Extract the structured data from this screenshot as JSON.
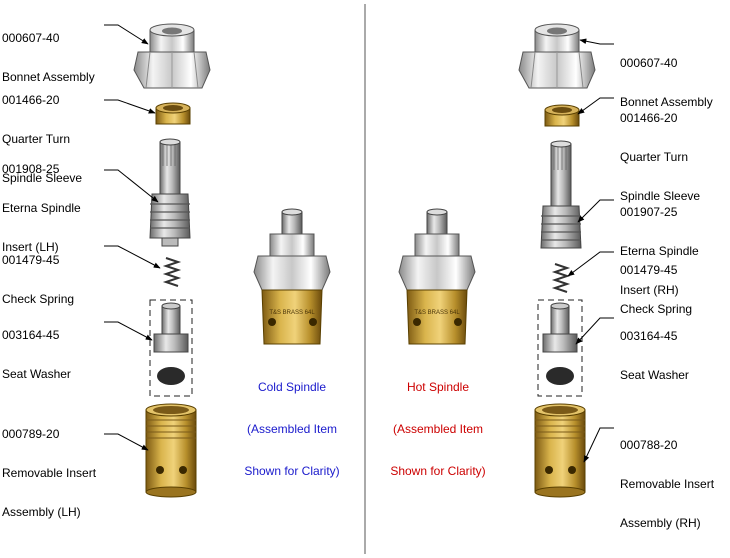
{
  "colors": {
    "cold": "#1a1acc",
    "hot": "#cc0000",
    "brass": "#c9a33a",
    "chrome": "#d8d8d8"
  },
  "left": {
    "bonnet": {
      "part": "000607-40",
      "name": "Bonnet Assembly"
    },
    "sleeve": {
      "part": "001466-20",
      "line1": "Quarter Turn",
      "line2": "Spindle Sleeve"
    },
    "insert": {
      "part": "001908-25",
      "line1": "Eterna Spindle",
      "line2": "Insert (LH)"
    },
    "spring": {
      "part": "001479-45",
      "name": "Check Spring"
    },
    "washer": {
      "part": "003164-45",
      "name": "Seat Washer"
    },
    "removable": {
      "part": "000789-20",
      "line1": "Removable Insert",
      "line2": "Assembly (LH)"
    }
  },
  "right": {
    "bonnet": {
      "part": "000607-40",
      "name": "Bonnet Assembly"
    },
    "sleeve": {
      "part": "001466-20",
      "line1": "Quarter Turn",
      "line2": "Spindle Sleeve"
    },
    "insert": {
      "part": "001907-25",
      "line1": "Eterna Spindle",
      "line2": "Insert (RH)"
    },
    "spring": {
      "part": "001479-45",
      "name": "Check Spring"
    },
    "washer": {
      "part": "003164-45",
      "name": "Seat Washer"
    },
    "removable": {
      "part": "000788-20",
      "line1": "Removable Insert",
      "line2": "Assembly (RH)"
    }
  },
  "captions": {
    "cold": {
      "line1": "Cold Spindle",
      "line2": "(Assembled Item",
      "line3": "Shown for Clarity)"
    },
    "hot": {
      "line1": "Hot Spindle",
      "line2": "(Assembled Item",
      "line3": "Shown for Clarity)"
    }
  },
  "engraving": {
    "cold_body": "T&S BRASS 64L",
    "hot_body": "T&S BRASS 64L"
  }
}
